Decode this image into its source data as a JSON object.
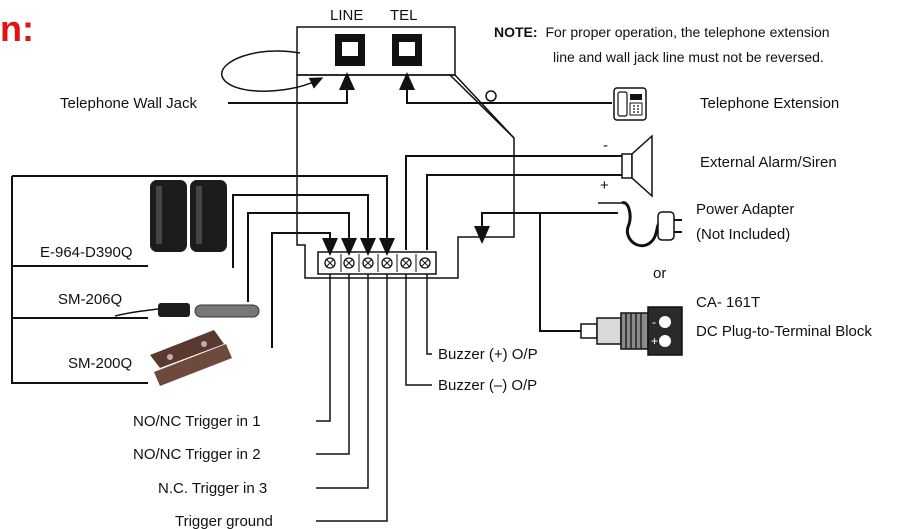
{
  "title_fragment": "n:",
  "jack": {
    "line_label": "LINE",
    "tel_label": "TEL"
  },
  "note": {
    "prefix": "NOTE:",
    "line1": "For proper operation, the telephone extension",
    "line2": "line and wall jack line must not be reversed."
  },
  "labels": {
    "wall_jack": "Telephone Wall Jack",
    "telephone_extension": "Telephone Extension",
    "alarm_siren": "External Alarm/Siren",
    "power_adapter_1": "Power Adapter",
    "power_adapter_2": "(Not Included)",
    "or": "or",
    "ca161t_1": "CA- 161T",
    "ca161t_2": "DC Plug-to-Terminal Block",
    "e964": "E-964-D390Q",
    "sm206": "SM-206Q",
    "sm200": "SM-200Q",
    "buzzer_pos": "Buzzer (+) O/P",
    "buzzer_neg": "Buzzer (–) O/P",
    "trigger1": "NO/NC Trigger in 1",
    "trigger2": "NO/NC Trigger in 2",
    "trigger3": "N.C. Trigger in 3",
    "trigger_ground": "Trigger ground"
  },
  "siren_polarity": {
    "neg": "-",
    "pos": "+"
  },
  "colors": {
    "title_red": "#e01414",
    "device_brown": "#5a3a2e",
    "sensor_black": "#1c1c1c"
  },
  "icons": [
    "telephone-icon",
    "siren-icon",
    "power-adapter-icon",
    "dc-plug-icon",
    "photo-beam-sensor-icon",
    "magnetic-contact-icon"
  ]
}
